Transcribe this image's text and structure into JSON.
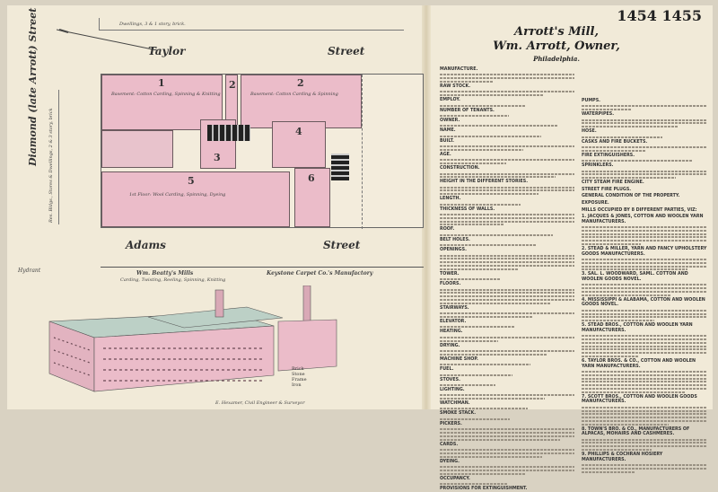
{
  "page_numbers": "1454 1455",
  "title": {
    "line1": "Arrott's Mill,",
    "line2": "Wm. Arrott, Owner,",
    "city": "Philadelphia."
  },
  "map": {
    "streets": {
      "north": "Taylor",
      "north_suffix": "Street",
      "south": "Adams",
      "south_suffix": "Street",
      "west": "Diamond (late Arrott) Street"
    },
    "top_note": "Dwellings, 3 & 1 story, brick.",
    "side_note": "Res. Bldgs., Stores & Dwellings, 2 & 3 story, brick",
    "buildings": [
      {
        "num": "1",
        "desc": "Basement: Cotton Carding, Spinning & Knitting"
      },
      {
        "num": "2",
        "desc": "Basement: Cotton Carding & Spinning"
      },
      {
        "num": "2",
        "desc": ""
      },
      {
        "num": "3",
        "desc": ""
      },
      {
        "num": "4",
        "desc": ""
      },
      {
        "num": "5",
        "desc": "1st Floor: Wool Carding, Spinning, Dyeing"
      },
      {
        "num": "6",
        "desc": ""
      }
    ],
    "neighbors": [
      "Wm. Beatty's Mills",
      "Carding, Twisting, Reeling, Spinning, Knitting",
      "Keystone Carpet Co.'s Manufactory"
    ],
    "hydrant_label": "Hydrant",
    "legend": [
      "Brick",
      "Stone",
      "Frame",
      "Iron"
    ],
    "credit": "E. Hexamer, Civil Engineer & Surveyor"
  },
  "survey": {
    "left_col": [
      {
        "h": "MANUFACTURE.",
        "lines": 3
      },
      {
        "h": "RAW STOCK.",
        "lines": 2
      },
      {
        "h": "EMPLOY.",
        "lines": 1
      },
      {
        "h": "NUMBER OF TENANTS.",
        "lines": 1
      },
      {
        "h": "OWNER.",
        "lines": 1
      },
      {
        "h": "NAME.",
        "lines": 1
      },
      {
        "h": "BUILT.",
        "lines": 2
      },
      {
        "h": "AGE.",
        "lines": 2
      },
      {
        "h": "CONSTRUCTION.",
        "lines": 2
      },
      {
        "h": "HEIGHT IN THE DIFFERENT STORIES.",
        "lines": 3
      },
      {
        "h": "LENGTH.",
        "lines": 1
      },
      {
        "h": "THICKNESS OF WALLS.",
        "lines": 4
      },
      {
        "h": "ROOF.",
        "lines": 1
      },
      {
        "h": "BELT HOLES.",
        "lines": 1
      },
      {
        "h": "OPENINGS.",
        "lines": 5
      },
      {
        "h": "TOWER.",
        "lines": 1
      },
      {
        "h": "FLOORS.",
        "lines": 5
      },
      {
        "h": "STAIRWAYS.",
        "lines": 2
      },
      {
        "h": "ELEVATOR.",
        "lines": 1
      },
      {
        "h": "HEATING.",
        "lines": 2
      },
      {
        "h": "DRYING.",
        "lines": 2
      },
      {
        "h": "MACHINE SHOP.",
        "lines": 1
      },
      {
        "h": "FUEL.",
        "lines": 1
      },
      {
        "h": "STOVES.",
        "lines": 1
      },
      {
        "h": "LIGHTING.",
        "lines": 2
      },
      {
        "h": "WATCHMAN.",
        "lines": 1
      },
      {
        "h": "SMOKE STACK.",
        "lines": 1
      },
      {
        "h": "PICKERS.",
        "lines": 4
      },
      {
        "h": "CARDS.",
        "lines": 3
      },
      {
        "h": "DYEING.",
        "lines": 3
      },
      {
        "h": "OCCUPANCY.",
        "lines": 1
      },
      {
        "h": "PROVISIONS FOR EXTINGUISHMENT.",
        "lines": 0
      }
    ],
    "right_col": [
      {
        "h": "PUMPS.",
        "lines": 2
      },
      {
        "h": "WATERPIPES.",
        "lines": 3
      },
      {
        "h": "HOSE.",
        "lines": 1
      },
      {
        "h": "CASKS AND FIRE BUCKETS.",
        "lines": 2
      },
      {
        "h": "FIRE EXTINGUISHERS.",
        "lines": 1
      },
      {
        "h": "SPRINKLERS.",
        "lines": 3
      },
      {
        "h": "CITY STEAM FIRE ENGINE.",
        "lines": 0
      },
      {
        "h": "STREET FIRE PLUGS.",
        "lines": 0
      },
      {
        "h": "GENERAL CONDITION OF THE PROPERTY.",
        "lines": 0
      },
      {
        "h": "EXPOSURE.",
        "lines": 0
      },
      {
        "h": "MILLS OCCUPIED BY 8 DIFFERENT PARTIES, VIZ:",
        "lines": 0
      },
      {
        "h": "1. JACQUES & JONES, COTTON AND WOOLEN YARN MANUFACTURERS.",
        "lines": 6
      },
      {
        "h": "2. STEAD & MILLER, YARN AND FANCY UPHOLSTERY GOODS MANUFACTURERS.",
        "lines": 4
      },
      {
        "h": "3. SAL. L. WOODWARD, SAML. COTTON AND WOOLEN GOODS NOVEL.",
        "lines": 4
      },
      {
        "h": "4. MISSISSIPPI & ALABAMA, COTTON AND WOOLEN GOODS NOVEL.",
        "lines": 4
      },
      {
        "h": "5. STEAD BROS., COTTON AND WOOLEN YARN MANUFACTURERS.",
        "lines": 7
      },
      {
        "h": "6. TAYLOR BROS. & CO., COTTON AND WOOLEN YARN MANUFACTURERS.",
        "lines": 7
      },
      {
        "h": "7. SCOTT BROS., COTTON AND WOOLEN GOODS MANUFACTURERS.",
        "lines": 6
      },
      {
        "h": "8. TOWN'S BRO. & CO., MANUFACTURERS OF ALPACAS, MOHAIRS AND CASHMERES.",
        "lines": 4
      },
      {
        "h": "9. PHILLIPS & COCHRAN HOSIERY MANUFACTURERS.",
        "lines": 3
      }
    ]
  },
  "colors": {
    "paper": "#f1ead8",
    "building": "#ebbcc9",
    "roof": "#bcd0c6"
  }
}
